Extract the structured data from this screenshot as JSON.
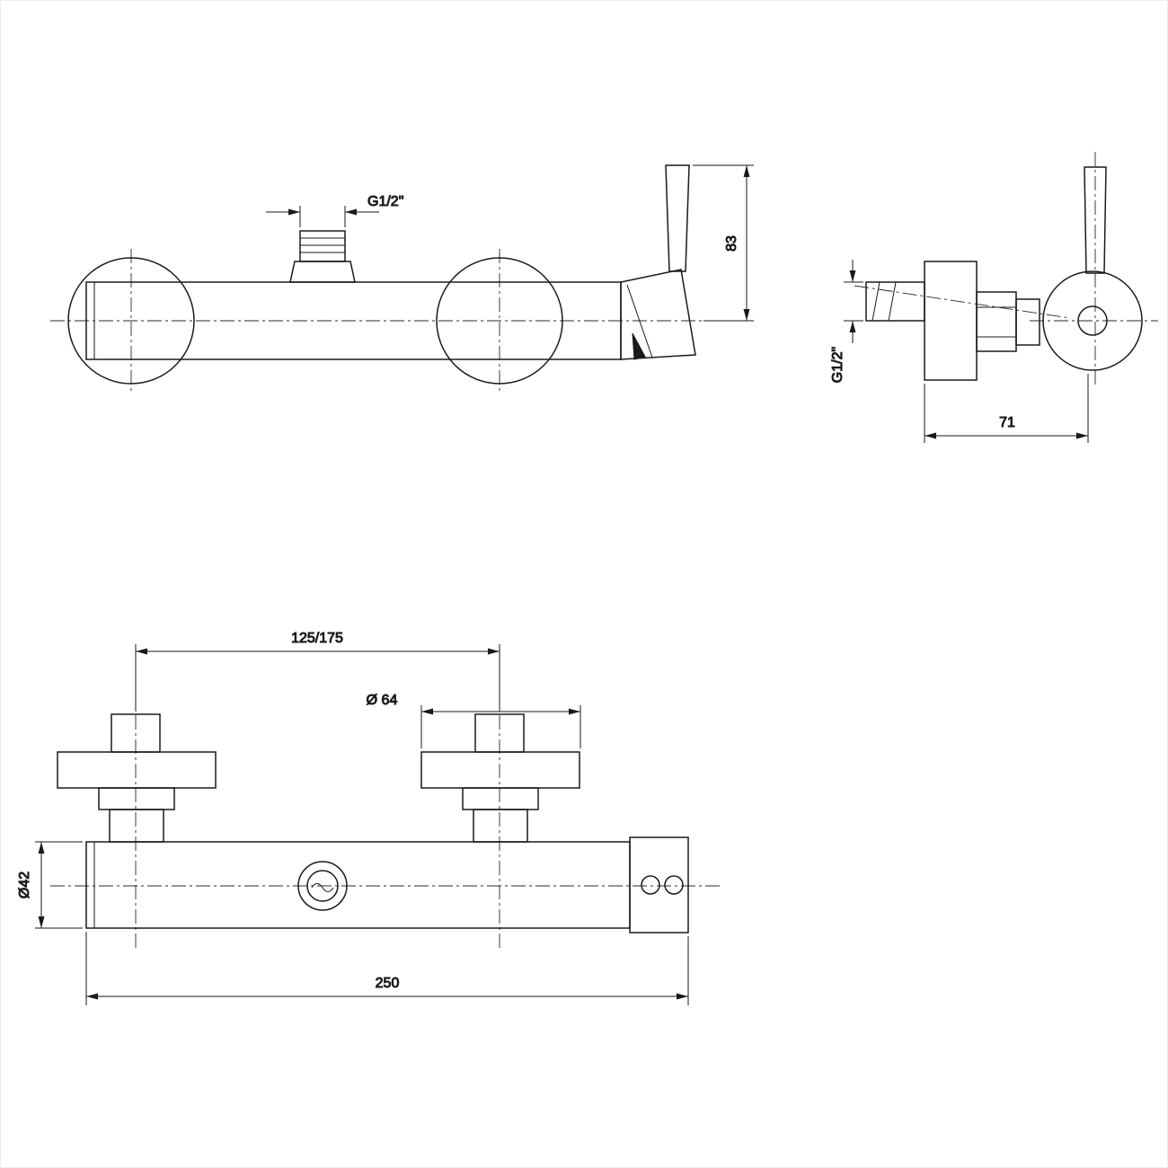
{
  "labels": {
    "inlet_thread_front": "G1/2\"",
    "handle_height": "83",
    "inlet_thread_side": "G1/2\"",
    "wall_depth": "71",
    "flange_spacing": "125/175",
    "flange_diameter": "Ø 64",
    "body_diameter": "Ø42",
    "overall_length": "250"
  },
  "colors": {
    "line": "#1a1a1a",
    "background": "#ffffff"
  }
}
